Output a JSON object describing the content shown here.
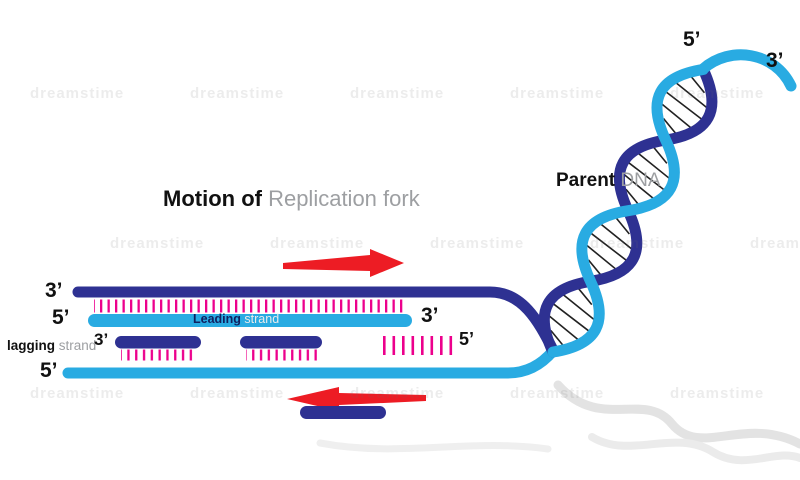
{
  "watermark": {
    "text": "dreamstime"
  },
  "title": {
    "bold": "Motion of ",
    "rest": "Replication fork"
  },
  "parent_dna": {
    "bold": "Parent ",
    "rest": "DNA"
  },
  "leading": {
    "bold": "Leading ",
    "rest": "strand"
  },
  "lagging": {
    "bold": "lagging ",
    "rest": "strand"
  },
  "labels": {
    "helix_top_5": "5’",
    "helix_top_3": "3’",
    "top_strand_3": "3’",
    "leading_5": "5’",
    "leading_3": "3’",
    "fragment_3": "3’",
    "unligated_5": "5’",
    "bottom_5": "5’"
  },
  "colors": {
    "navy": "#2e3192",
    "cyan": "#29abe2",
    "magenta": "#ec008c",
    "red": "#ed1c24",
    "gray_text": "#9d9fa2",
    "black_text": "#111111",
    "shadow": "#e3e3e3"
  }
}
